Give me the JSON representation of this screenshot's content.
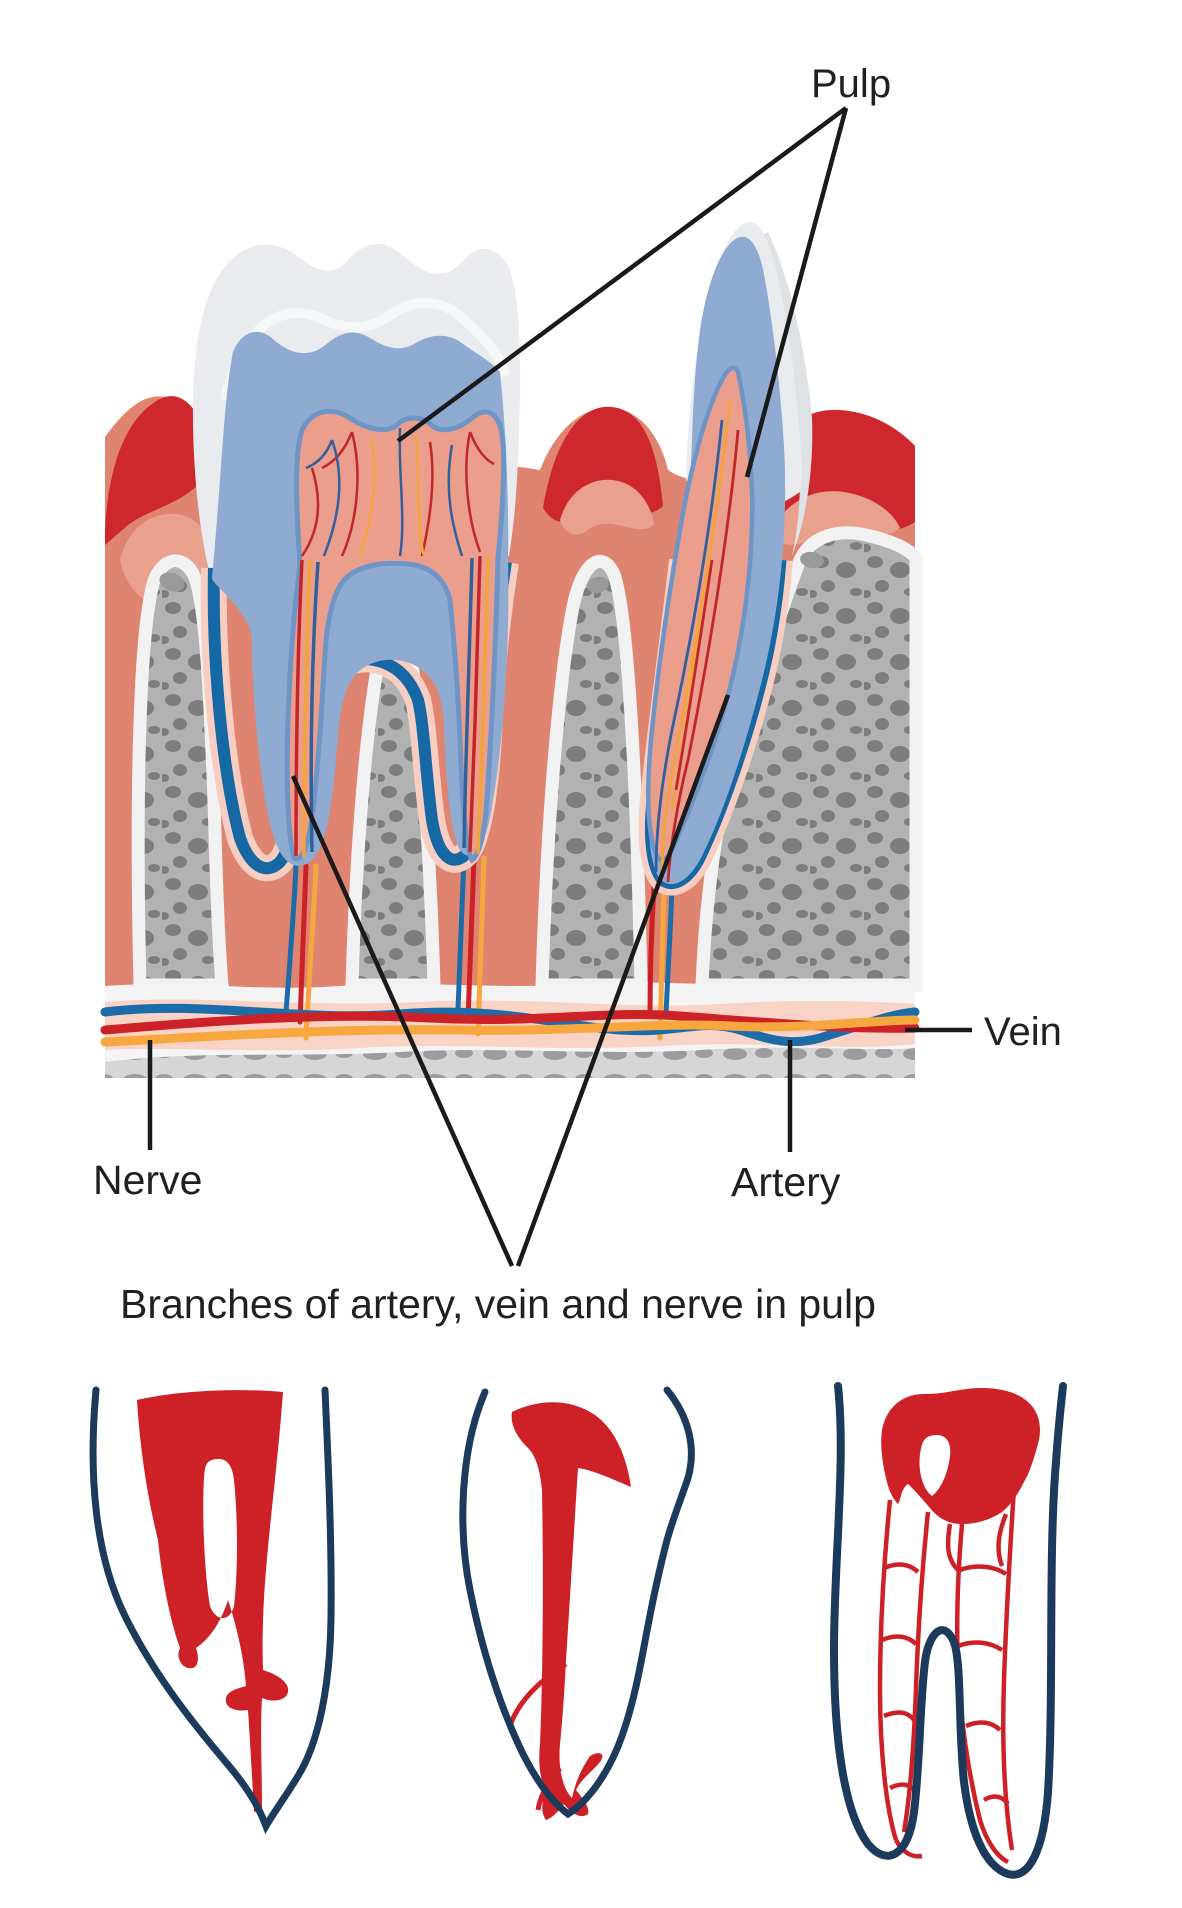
{
  "labels": {
    "pulp": "Pulp",
    "vein": "Vein",
    "nerve": "Nerve",
    "artery": "Artery",
    "branches_caption": "Branches of artery, vein and nerve in pulp"
  },
  "colors": {
    "enamel": "#E9EBEE",
    "enamel_shadow": "#DEE2E5",
    "dentin": "#8FABD2",
    "pulp_outline": "#6E95C5",
    "cementum": "#1668A4",
    "pulp_tissue": "#EC9E8D",
    "gum_red": "#CE272E",
    "gum_salmon": "#DF8470",
    "gum_light": "#E9A18E",
    "bone": "#B2B2B2",
    "bone_spot": "#7D7D7D",
    "bone_cortex": "#F2F2F2",
    "pdl_pink": "#F8D3C6",
    "artery": "#CC2127",
    "vein": "#1B6CA8",
    "nerve": "#F6A83F",
    "vessel_red": "#C2262B",
    "vessel_blue": "#31609B",
    "vessel_orange": "#F2A43C",
    "root_outline_navy": "#1B3A5C",
    "root_canal_red": "#CE2127",
    "leader_line": "#1A1A1A",
    "text": "#231F20"
  }
}
